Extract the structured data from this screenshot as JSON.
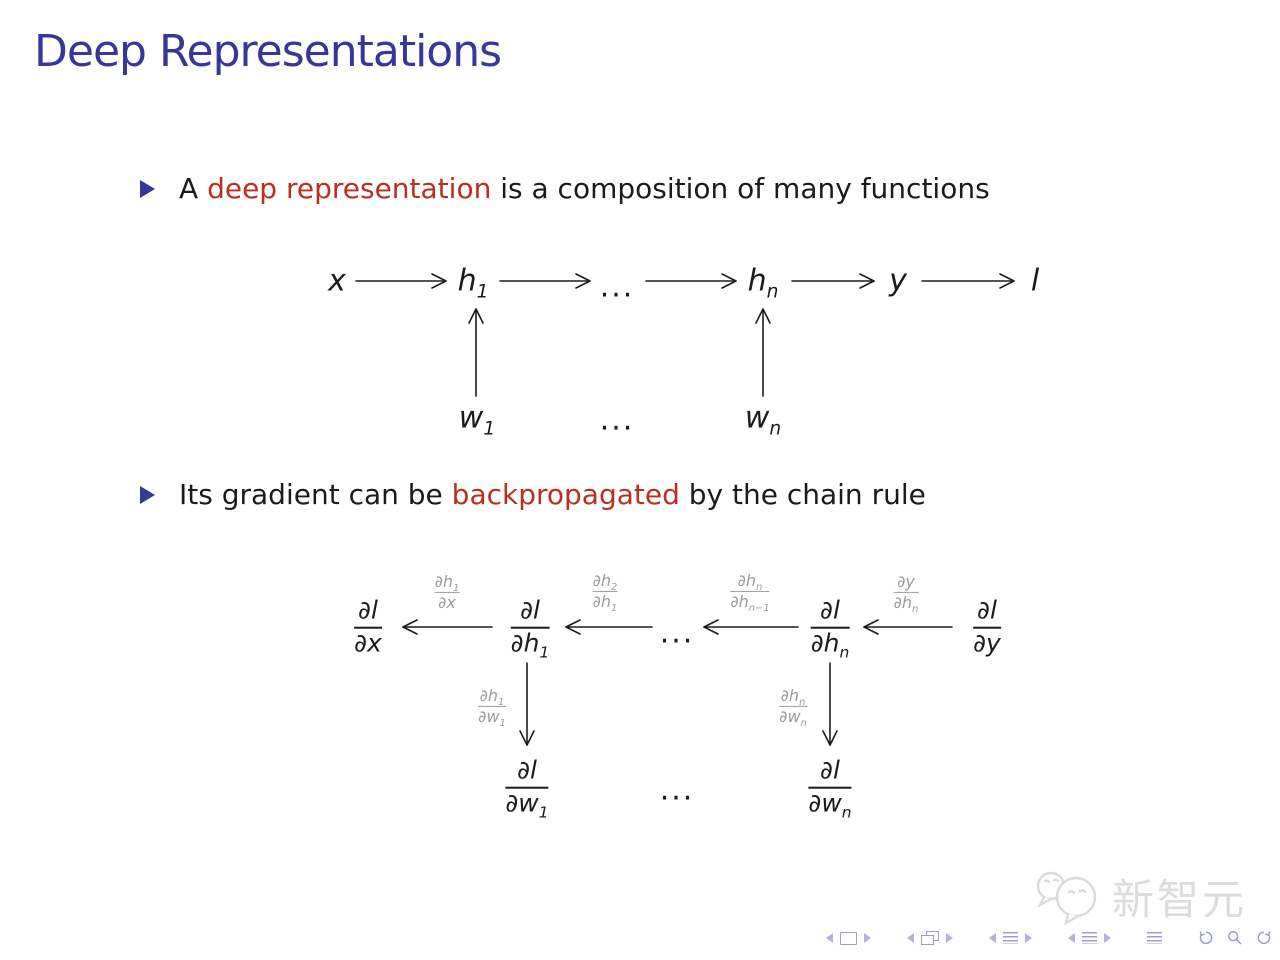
{
  "title": "Deep Representations",
  "bullets": [
    {
      "pre": "A ",
      "highlight": "deep representation",
      "post": " is a composition of many functions"
    },
    {
      "pre": "Its gradient can be ",
      "highlight": "backpropagated",
      "post": " by the chain rule"
    }
  ],
  "chain": {
    "x": "x",
    "h_base": "h",
    "h1_sub": "1",
    "hn_sub": "n",
    "dots": "...",
    "y": "y",
    "l": "l",
    "w_base": "w",
    "w1_sub": "1",
    "wn_sub": "n",
    "w_dots": "..."
  },
  "backprop": {
    "dl": "∂l",
    "f_x_den": "∂x",
    "f_y_den": "∂y",
    "f_h_den_base": "∂h",
    "f_h1_den_sub": "1",
    "f_hn_den_sub": "n",
    "f_w_den_base": "∂w",
    "f_w1_den_sub": "1",
    "f_wn_den_sub": "n",
    "dots_mid": "...",
    "dots_bottom": "...",
    "labels": {
      "l1": {
        "num": "∂h",
        "num_sub": "1",
        "den": "∂x",
        "den_sub": ""
      },
      "l2": {
        "num": "∂h",
        "num_sub": "2",
        "den": "∂h",
        "den_sub": "1"
      },
      "l3": {
        "num": "∂h",
        "num_sub": "n",
        "den": "∂h",
        "den_sub": "n−1"
      },
      "l4": {
        "num": "∂y",
        "num_sub": "",
        "den": "∂h",
        "den_sub": "n"
      },
      "l5": {
        "num": "∂h",
        "num_sub": "1",
        "den": "∂w",
        "den_sub": "1"
      },
      "l6": {
        "num": "∂h",
        "num_sub": "n",
        "den": "∂w",
        "den_sub": "n"
      }
    }
  },
  "watermark": {
    "brand": "新智元"
  },
  "nav": {
    "icons": [
      "prev-slide",
      "slide",
      "next-slide",
      "prev-frame",
      "frames",
      "next-frame",
      "prev-subsection",
      "subsection-list",
      "next-subsection",
      "prev-section",
      "section-list",
      "next-section",
      "appendix-list",
      "back",
      "search",
      "forward"
    ]
  },
  "colors": {
    "structure_blue": "#37379b",
    "alert_red": "#bc2f20",
    "body_text": "#1b1b1b",
    "label_gray": "#9b9b9b",
    "nav_lavender": "#9d9dcf",
    "watermark_gray": "#dcdcdc"
  }
}
